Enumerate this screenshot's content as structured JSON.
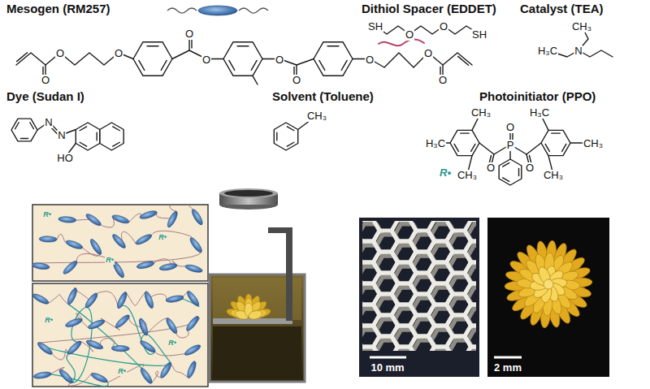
{
  "diagram": {
    "labels": [
      "Mesogen (RM257)",
      "Dithiol Spacer (EDDET)",
      "Catalyst (TEA)",
      "Dye (Sudan I)",
      "Solvent (Toluene)",
      "Photoinitiator (PPO)",
      "O",
      "O",
      "O",
      "O",
      "O",
      "O",
      "O",
      "O",
      "O",
      "O",
      "SH",
      "O",
      "O",
      "SH",
      "CH₃",
      "H₃C",
      "N",
      "N",
      "N",
      "HO",
      "CH₃",
      "CH₃",
      "H₃C",
      "CH₃",
      "O",
      "P",
      "O",
      "O",
      "H₃C",
      "CH₃",
      "CH₃",
      "R•",
      "R•",
      "R•",
      "R•",
      "R•",
      "R•",
      "R•",
      "10 mm",
      "2 mm"
    ]
  }
}
